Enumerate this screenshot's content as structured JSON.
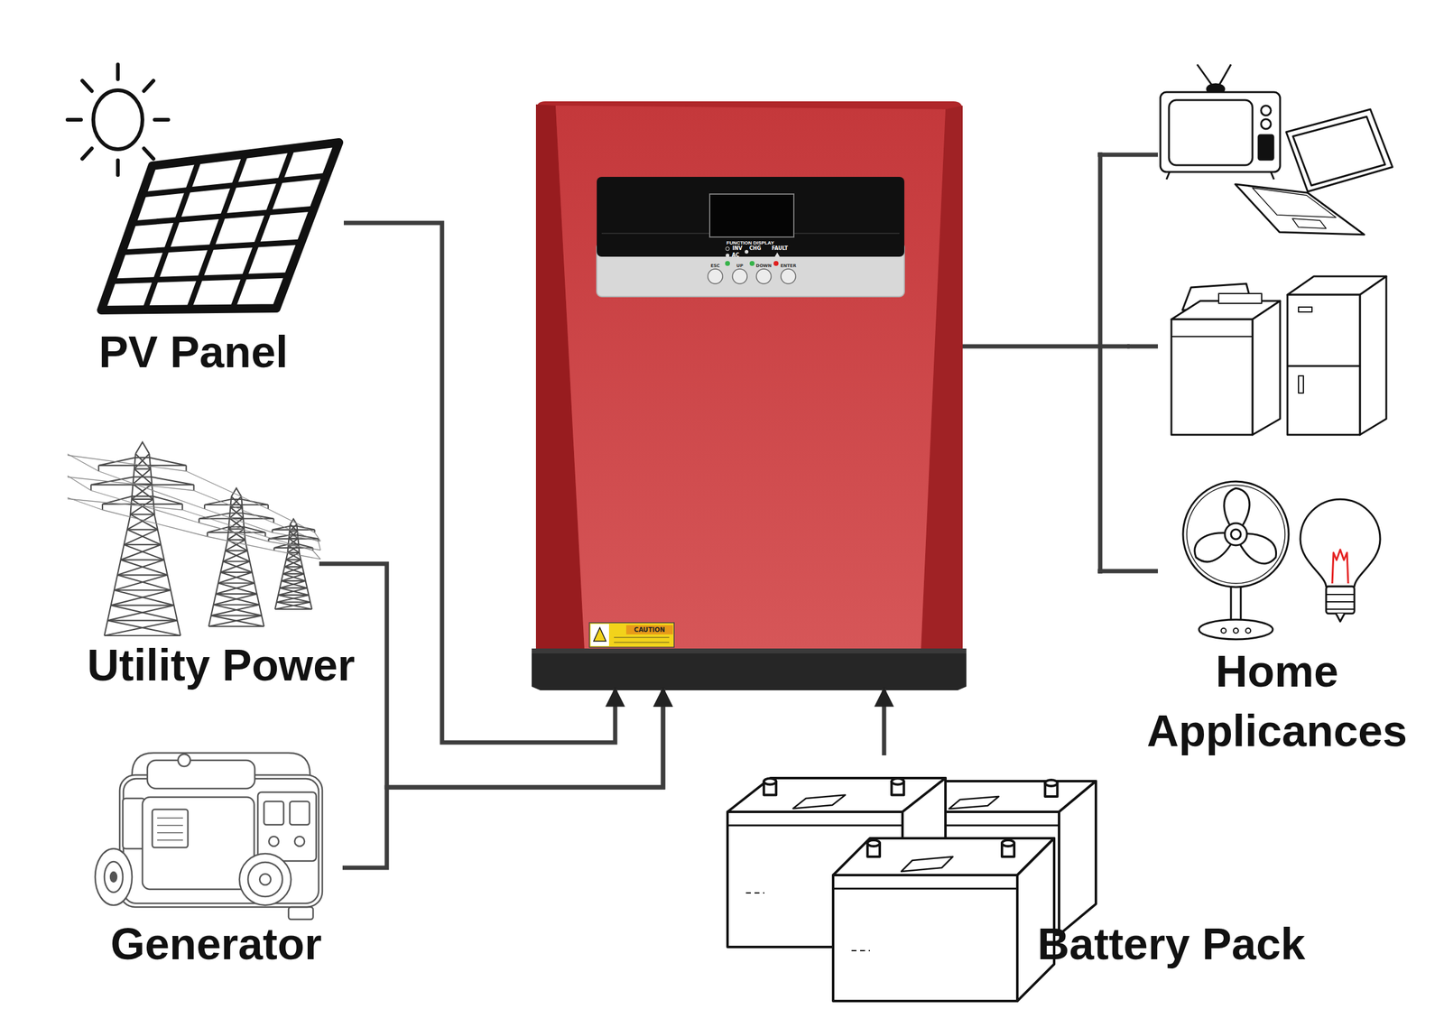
{
  "diagram": {
    "nodes": [
      {
        "text": [
          "PV Panel"
        ]
      },
      {
        "text": [
          "Utility Power"
        ]
      },
      {
        "text": [
          "Generator"
        ]
      },
      {
        "text": [
          "FUNCTION DISPLAY"
        ]
      },
      {
        "text": [
          "Home Applicances"
        ]
      },
      {
        "text": [
          "Battery Pack"
        ]
      }
    ],
    "edges": [
      {
        "from": 0,
        "to": 3,
        "arrow": "to"
      },
      {
        "from": 1,
        "to": 3,
        "arrow": "to"
      },
      {
        "from": 2,
        "to": 3,
        "arrow": "to"
      },
      {
        "from": 3,
        "to": 4,
        "arrow": "none"
      },
      {
        "from": 5,
        "to": 3,
        "arrow": "to"
      }
    ],
    "labels": [
      "INV",
      "AC",
      "CHG",
      "FAULT",
      "ESC",
      "UP",
      "DOWN",
      "ENTER",
      "CAUTION"
    ]
  }
}
